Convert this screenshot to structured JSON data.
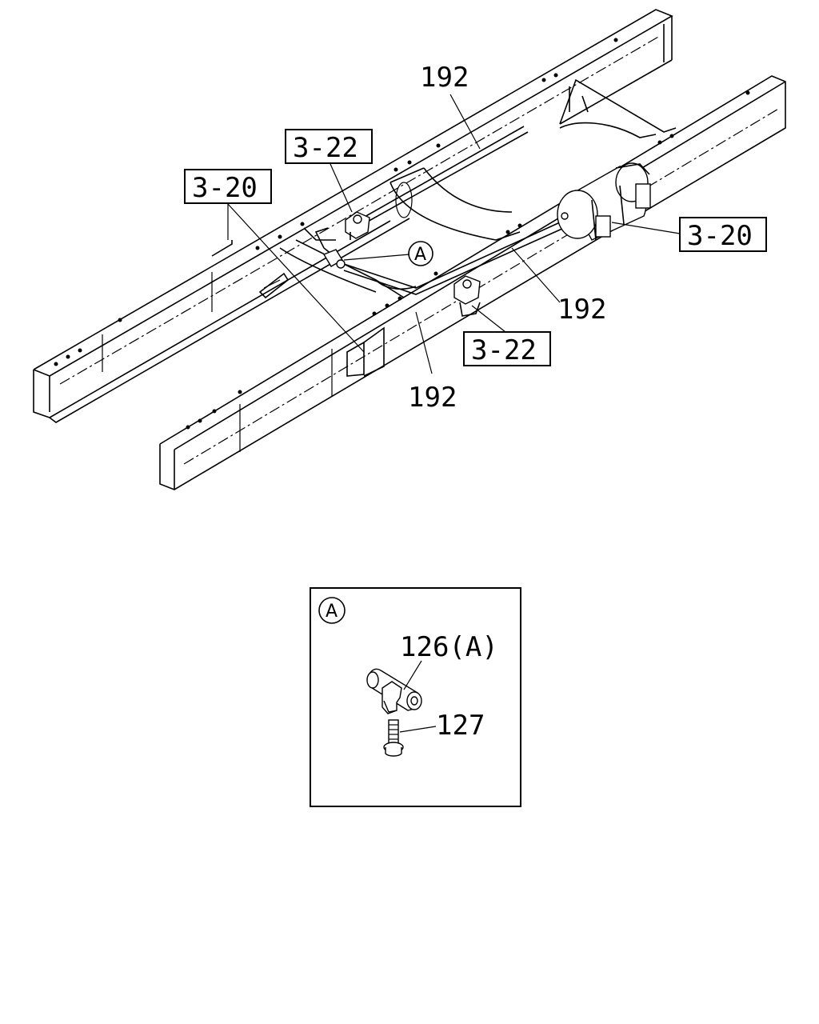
{
  "callouts": {
    "part_192_top": "192",
    "part_192_right": "192",
    "part_192_bottom": "192",
    "ref_3_22_top": "3-22",
    "ref_3_22_bottom": "3-22",
    "ref_3_20_left": "3-20",
    "ref_3_20_right": "3-20",
    "detail_marker": "A"
  },
  "detail": {
    "marker": "A",
    "part_126": "126(A)",
    "part_127": "127"
  }
}
